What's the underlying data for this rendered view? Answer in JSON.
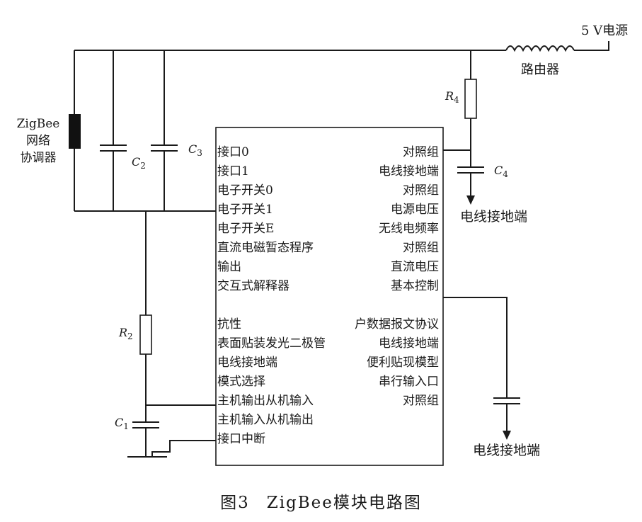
{
  "power": "5 V电源",
  "router": "路由器",
  "coordinator": "ZigBee\n网络\n协调器",
  "components": {
    "r4": "R4",
    "c4": "C4",
    "c2": "C2",
    "c3": "C3",
    "r2": "R2",
    "c1": "C1"
  },
  "grounds": {
    "right_top": "电线接地端",
    "right_bottom": "电线接地端"
  },
  "chip": {
    "left_pins": [
      "接口0",
      "接口1",
      "电子开关0",
      "电子开关1",
      "电子开关E",
      "直流电磁暂态程序",
      "输出",
      "交互式解释器",
      "抗性",
      "表面贴装发光二极管",
      "电线接地端",
      "模式选择",
      "主机输出从机输入",
      "主机输入从机输出",
      "接口中断"
    ],
    "right_pins": [
      "对照组",
      "电线接地端",
      "对照组",
      "电源电压",
      "无线电频率",
      "对照组",
      "直流电压",
      "基本控制",
      "户数据报文协议",
      "电线接地端",
      "便利贴现模型",
      "串行输入口",
      "对照组"
    ]
  },
  "caption": {
    "figure_no": "图3",
    "title": "ZigBee模块电路图"
  }
}
